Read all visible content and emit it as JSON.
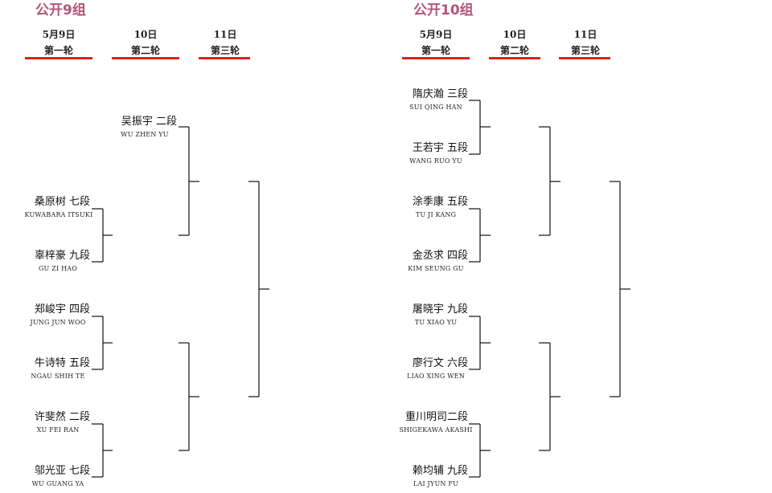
{
  "groups": [
    {
      "title": "公开9组",
      "rounds": [
        {
          "date": "5月9日",
          "name": "第一轮"
        },
        {
          "date": "10日",
          "name": "第二轮"
        },
        {
          "date": "11日",
          "name": "第三轮"
        }
      ],
      "players": [
        {
          "name": "吴振宇  二段",
          "roman": "WU ZHEN YU"
        },
        {
          "name": "桑原树  七段",
          "roman": "KUWABARA  ITSUKI"
        },
        {
          "name": "辜梓豪  九段",
          "roman": "GU ZI HAO"
        },
        {
          "name": "郑峻宇  四段",
          "roman": "JUNG JUN WOO"
        },
        {
          "name": "牛诗特  五段",
          "roman": "NGAU SHIH TE"
        },
        {
          "name": "许斐然  二段",
          "roman": "XU FEI RAN"
        },
        {
          "name": "邬光亚  七段",
          "roman": "WU GUANG YA"
        }
      ]
    },
    {
      "title": "公开10组",
      "rounds": [
        {
          "date": "5月9日",
          "name": "第一轮"
        },
        {
          "date": "10日",
          "name": "第二轮"
        },
        {
          "date": "11日",
          "name": "第三轮"
        }
      ],
      "players": [
        {
          "name": "隋庆瀚  三段",
          "roman": "SUI QING HAN"
        },
        {
          "name": "王若宇  五段",
          "roman": "WANG RUO YU"
        },
        {
          "name": "涂季康  五段",
          "roman": "TU JI KANG"
        },
        {
          "name": "金丞求  四段",
          "roman": "KIM SEUNG GU"
        },
        {
          "name": "屠晓宇  九段",
          "roman": "TU XIAO YU"
        },
        {
          "name": "廖行文  六段",
          "roman": "LIAO XING WEN"
        },
        {
          "name": "重川明司二段",
          "roman": "SHIGEKAWA  AKASHI"
        },
        {
          "name": "赖均辅  九段",
          "roman": "LAI JYUN FU"
        }
      ]
    }
  ]
}
